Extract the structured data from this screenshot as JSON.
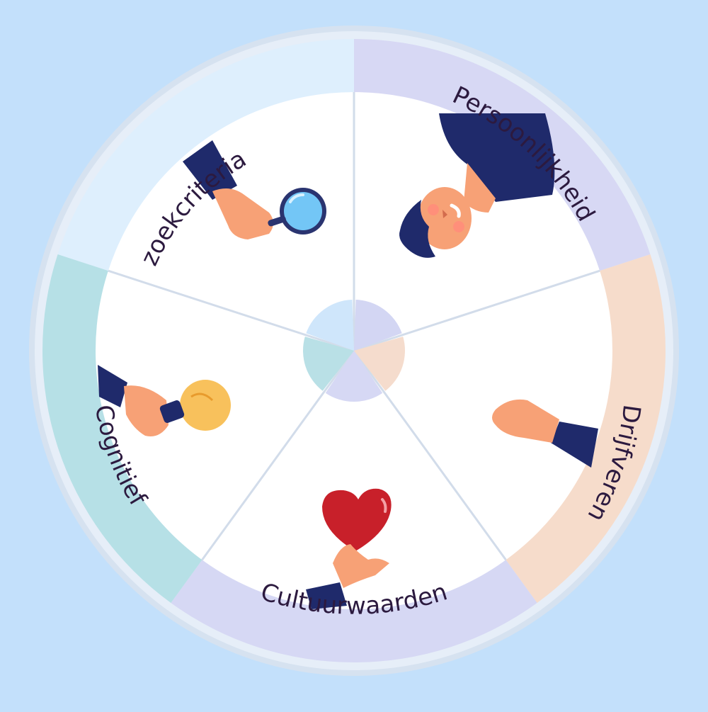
{
  "colors": {
    "background": "#c3e0fb",
    "outer_ring": "#e6eef8",
    "outer_ring_stroke": "#d6e2f0",
    "inner_disc": "#ffffff",
    "divider": "#d2dcea",
    "label_text": "#2c1a3f",
    "navy": "#1f2a6b",
    "skin": "#f7a176",
    "skin_light": "#ffc9a8"
  },
  "segments": [
    {
      "id": "zoekcriteria",
      "label": "zoekcriteria",
      "band_color": "#deeffd",
      "hub_color": "#cfe6fb",
      "icon": "magnifier-icon"
    },
    {
      "id": "persoonlijkheid",
      "label": "Persoonlijkheid",
      "band_color": "#d7d8f4",
      "hub_color": "#d3d6f3",
      "icon": "person-icon"
    },
    {
      "id": "drijfveren",
      "label": "Drijfveren",
      "band_color": "#f6dccb",
      "hub_color": "#f5dccd",
      "icon": "fist-icon"
    },
    {
      "id": "cultuurwaarden",
      "label": "Cultuurwaarden",
      "band_color": "#d6d8f4",
      "hub_color": "#d6d8f4",
      "icon": "heart-icon"
    },
    {
      "id": "cognitief",
      "label": "Cognitief",
      "band_color": "#b6e0e6",
      "hub_color": "#b9e0e6",
      "icon": "lightbulb-icon"
    }
  ]
}
